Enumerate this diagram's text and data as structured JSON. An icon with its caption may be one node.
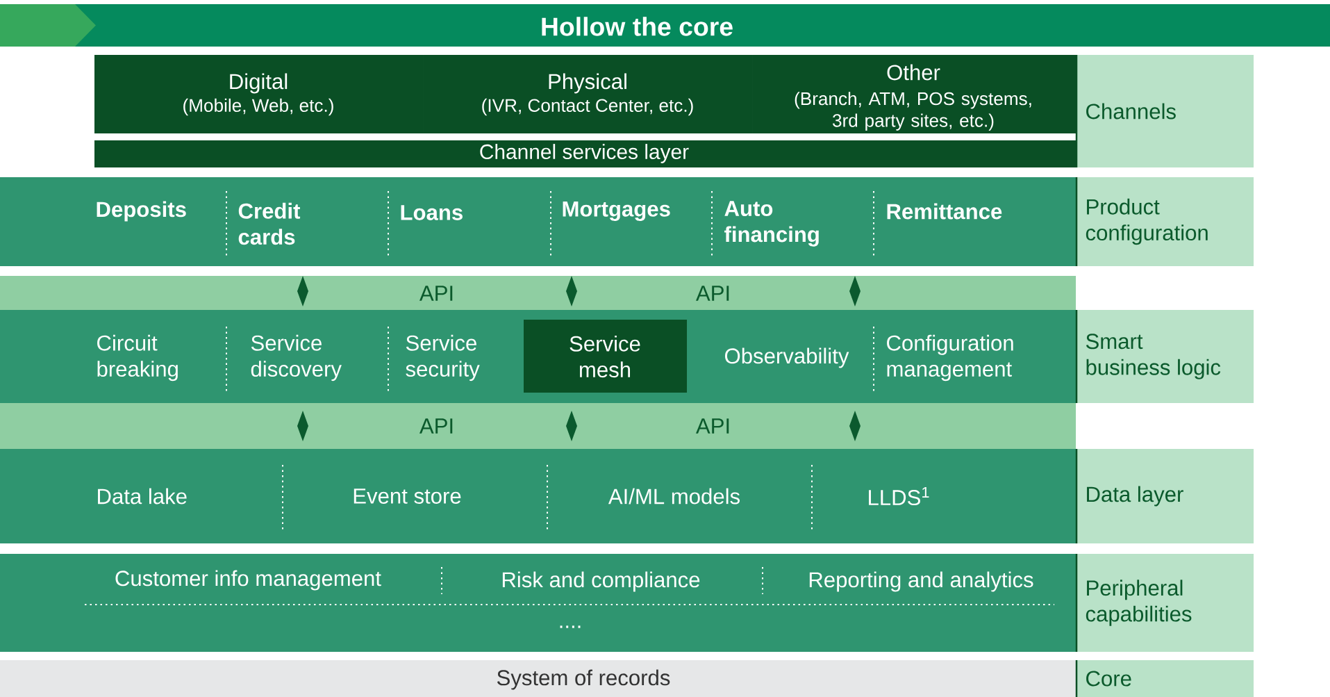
{
  "diagram": {
    "nodes": [
      {
        "text": [
          "Hollow the core"
        ]
      },
      {
        "text": [
          "Digital",
          "(Mobile, Web, etc.)"
        ]
      },
      {
        "text": [
          "Physical",
          "(IVR, Contact Center, etc.)"
        ]
      },
      {
        "text": [
          "Other",
          "(Branch, ATM, POS systems, 3rd party sites, etc.)"
        ]
      },
      {
        "text": [
          "Channel services layer"
        ]
      },
      {
        "text": [
          "Channels"
        ]
      },
      {
        "text": [
          "Deposits",
          "Credit cards",
          "Loans",
          "Mortgages",
          "Auto financing",
          "Remittance"
        ]
      },
      {
        "text": [
          "Product configuration"
        ]
      },
      {
        "text": [
          "API",
          "API"
        ]
      },
      {
        "text": [
          "Circuit breaking",
          "Service discovery",
          "Service security",
          "Observability",
          "Configuration management"
        ]
      },
      {
        "text": [
          "Service mesh"
        ],
        "in": 9
      },
      {
        "text": [
          "Smart business logic"
        ]
      },
      {
        "text": [
          "API",
          "API"
        ]
      },
      {
        "text": [
          "Data lake",
          "Event store",
          "AI/ML models",
          "LLDS$^{1}$"
        ]
      },
      {
        "text": [
          "Data layer"
        ]
      },
      {
        "text": [
          "Customer info management",
          "Risk and compliance",
          "Reporting and analytics",
          "...."
        ]
      },
      {
        "text": [
          "Peripheral capabilities"
        ]
      },
      {
        "text": [
          "System of records"
        ]
      },
      {
        "text": [
          "Core"
        ]
      }
    ]
  }
}
